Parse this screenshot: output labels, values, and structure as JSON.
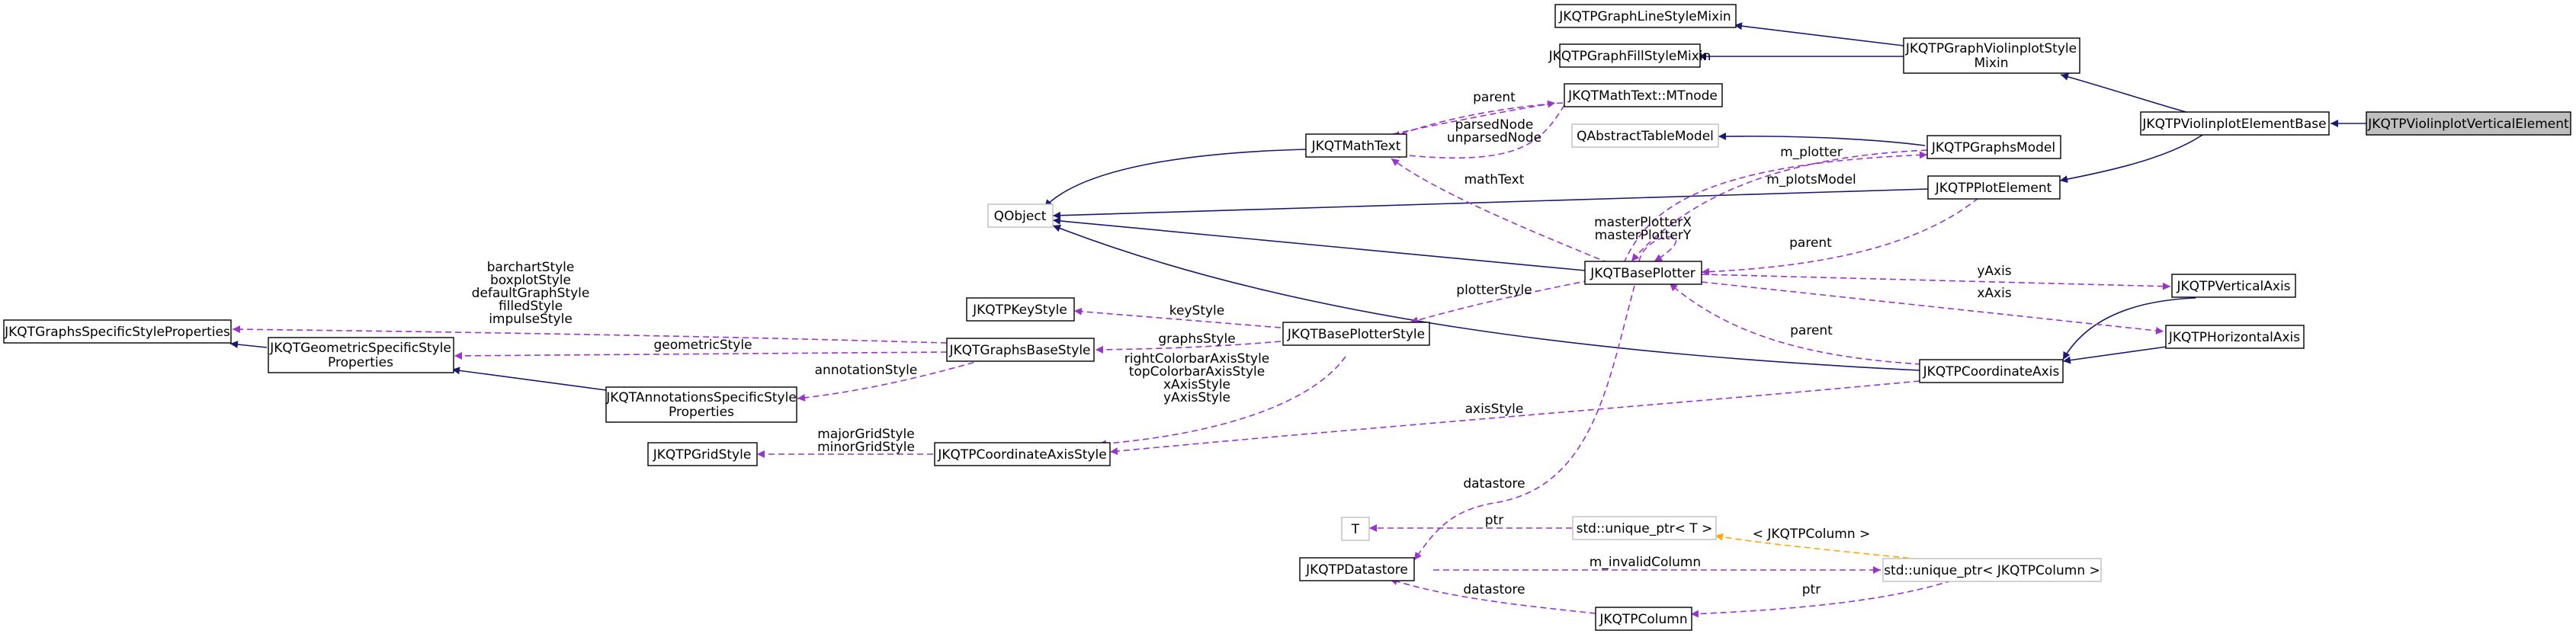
{
  "colors": {
    "inheritance": "#191970",
    "usage": "#9a32cd",
    "template": "#ffa500",
    "external_border": "#bfbfbf",
    "selected_fill": "#bfbfbf"
  },
  "nodes": {
    "graph_line_style_mixin": "JKQTPGraphLineStyleMixin",
    "graph_fill_style_mixin": "JKQTPGraphFillStyleMixin",
    "violinplot_style_mixin_1": "JKQTPGraphViolinplotStyle",
    "violinplot_style_mixin_2": "Mixin",
    "violinplot_element_base": "JKQTPViolinplotElementBase",
    "violinplot_vertical_element": "JKQTPViolinplotVerticalElement",
    "mathtext_mtnode": "JKQTMathText::MTnode",
    "qabstract_table_model": "QAbstractTableModel",
    "graphs_model": "JKQTPGraphsModel",
    "mathtext": "JKQTMathText",
    "qobject": "QObject",
    "plot_element": "JKQTPPlotElement",
    "base_plotter": "JKQTBasePlotter",
    "vertical_axis": "JKQTPVerticalAxis",
    "horizontal_axis": "JKQTPHorizontalAxis",
    "coordinate_axis": "JKQTPCoordinateAxis",
    "graphs_specific_style_properties": "JKQTGraphsSpecificStyleProperties",
    "geometric_specific_style_properties_1": "JKQTGeometricSpecificStyle",
    "geometric_specific_style_properties_2": "Properties",
    "key_style": "JKQTPKeyStyle",
    "graphs_base_style": "JKQTGraphsBaseStyle",
    "base_plotter_style": "JKQTBasePlotterStyle",
    "annotations_specific_style_properties_1": "JKQTAnnotationsSpecificStyle",
    "annotations_specific_style_properties_2": "Properties",
    "grid_style": "JKQTPGridStyle",
    "coordinate_axis_style": "JKQTPCoordinateAxisStyle",
    "template_t": "T",
    "unique_ptr_t": "std::unique_ptr< T >",
    "datastore": "JKQTPDatastore",
    "unique_ptr_column": "std::unique_ptr< JKQTPColumn >",
    "column": "JKQTPColumn"
  },
  "edge_labels": {
    "parent_mtnode": "parent",
    "parsed_node": "parsedNode",
    "unparsed_node": "unparsedNode",
    "math_text": "mathText",
    "m_plotter": "m_plotter",
    "m_plots_model": "m_plotsModel",
    "master_plotter_x": "masterPlotterX",
    "master_plotter_y": "masterPlotterY",
    "parent_plot_element": "parent",
    "y_axis": "yAxis",
    "x_axis": "xAxis",
    "parent_coordinate_axis": "parent",
    "plotter_style": "plotterStyle",
    "key_style": "keyStyle",
    "graphs_style": "graphsStyle",
    "barchart_style": "barchartStyle",
    "boxplot_style": "boxplotStyle",
    "default_graph_style": "defaultGraphStyle",
    "filled_style": "filledStyle",
    "impulse_style": "impulseStyle",
    "geometric_style": "geometricStyle",
    "annotation_style": "annotationStyle",
    "right_colorbar_axis_style": "rightColorbarAxisStyle",
    "top_colorbar_axis_style": "topColorbarAxisStyle",
    "x_axis_style": "xAxisStyle",
    "y_axis_style": "yAxisStyle",
    "axis_style": "axisStyle",
    "major_grid_style": "majorGridStyle",
    "minor_grid_style": "minorGridStyle",
    "datastore": "datastore",
    "ptr_t": "ptr",
    "template_arg": "< JKQTPColumn >",
    "m_invalid_column": "m_invalidColumn",
    "datastore_column": "datastore",
    "ptr_column": "ptr"
  }
}
